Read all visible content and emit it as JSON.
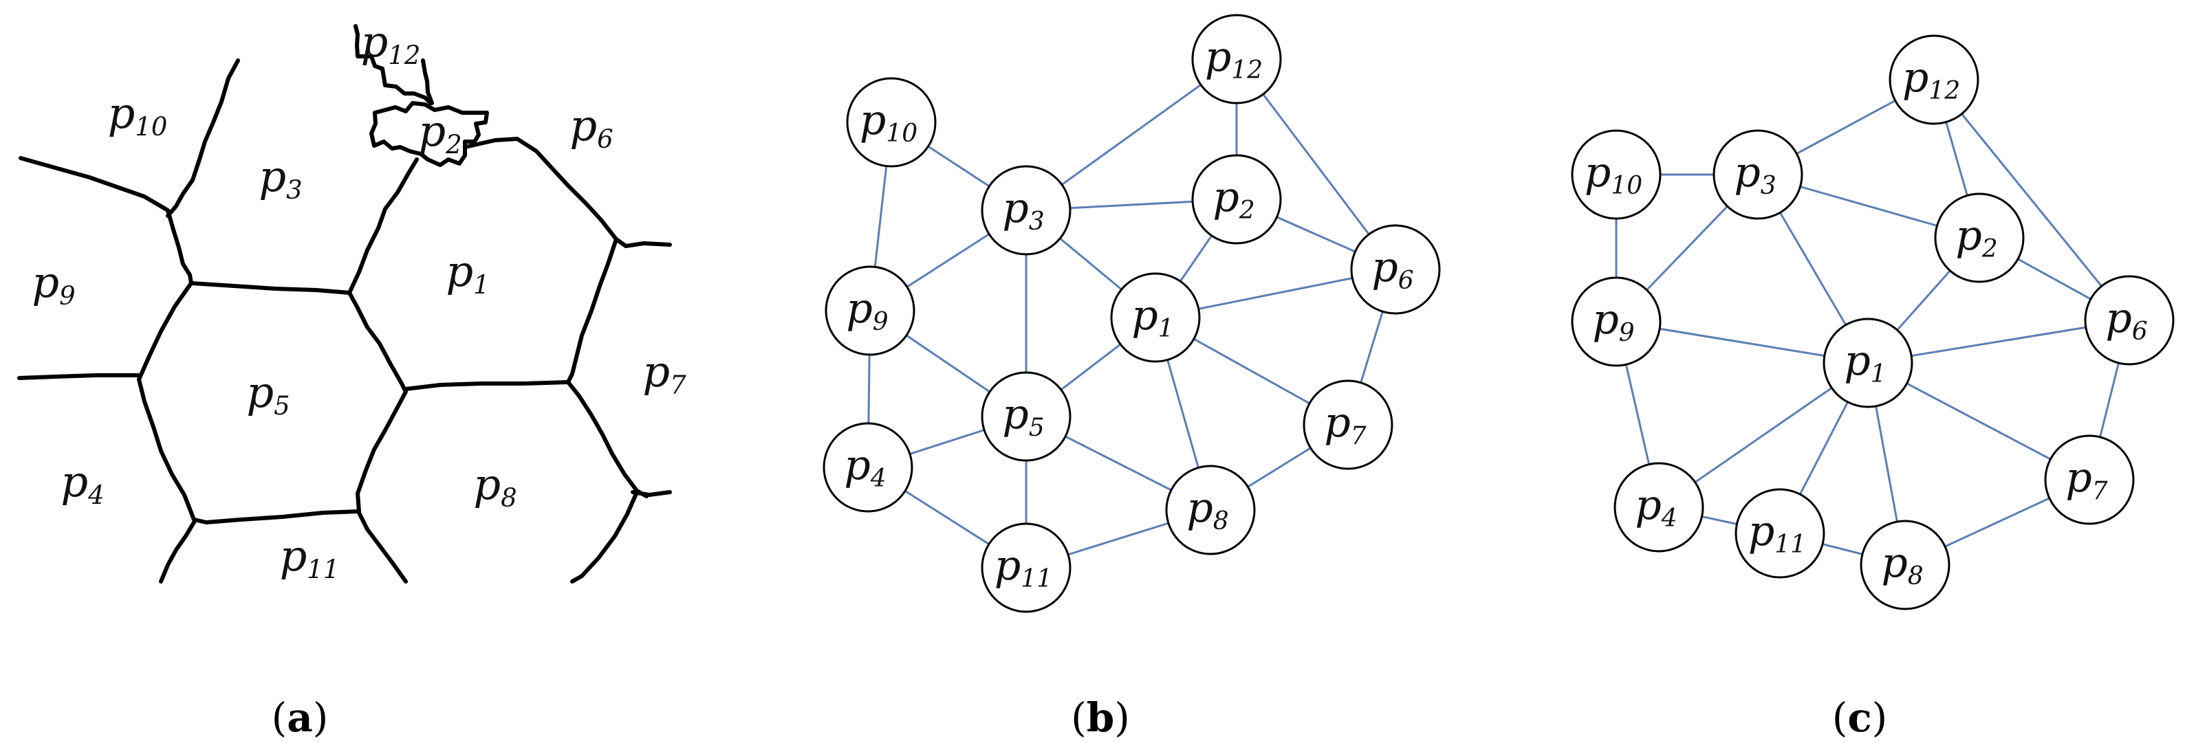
{
  "panels": [
    {
      "id": "a",
      "caption_open": "(",
      "caption_letter": "a",
      "caption_close": ")",
      "regions": [
        {
          "id": "p10",
          "base": "p",
          "sub": "10"
        },
        {
          "id": "p12",
          "base": "p",
          "sub": "12"
        },
        {
          "id": "p2",
          "base": "p",
          "sub": "2"
        },
        {
          "id": "p6",
          "base": "p",
          "sub": "6"
        },
        {
          "id": "p3",
          "base": "p",
          "sub": "3"
        },
        {
          "id": "p9",
          "base": "p",
          "sub": "9"
        },
        {
          "id": "p1",
          "base": "p",
          "sub": "1"
        },
        {
          "id": "p5",
          "base": "p",
          "sub": "5"
        },
        {
          "id": "p7",
          "base": "p",
          "sub": "7"
        },
        {
          "id": "p4",
          "base": "p",
          "sub": "4"
        },
        {
          "id": "p8",
          "base": "p",
          "sub": "8"
        },
        {
          "id": "p11",
          "base": "p",
          "sub": "11"
        }
      ]
    },
    {
      "id": "b",
      "caption_open": "(",
      "caption_letter": "b",
      "caption_close": ")",
      "nodes": [
        {
          "id": "p10",
          "base": "p",
          "sub": "10"
        },
        {
          "id": "p12",
          "base": "p",
          "sub": "12"
        },
        {
          "id": "p3",
          "base": "p",
          "sub": "3"
        },
        {
          "id": "p2",
          "base": "p",
          "sub": "2"
        },
        {
          "id": "p6",
          "base": "p",
          "sub": "6"
        },
        {
          "id": "p9",
          "base": "p",
          "sub": "9"
        },
        {
          "id": "p1",
          "base": "p",
          "sub": "1"
        },
        {
          "id": "p5",
          "base": "p",
          "sub": "5"
        },
        {
          "id": "p7",
          "base": "p",
          "sub": "7"
        },
        {
          "id": "p4",
          "base": "p",
          "sub": "4"
        },
        {
          "id": "p8",
          "base": "p",
          "sub": "8"
        },
        {
          "id": "p11",
          "base": "p",
          "sub": "11"
        }
      ],
      "edges": [
        [
          "p10",
          "p3"
        ],
        [
          "p10",
          "p9"
        ],
        [
          "p12",
          "p3"
        ],
        [
          "p12",
          "p2"
        ],
        [
          "p12",
          "p6"
        ],
        [
          "p3",
          "p2"
        ],
        [
          "p3",
          "p9"
        ],
        [
          "p3",
          "p5"
        ],
        [
          "p3",
          "p1"
        ],
        [
          "p2",
          "p1"
        ],
        [
          "p2",
          "p6"
        ],
        [
          "p1",
          "p6"
        ],
        [
          "p6",
          "p7"
        ],
        [
          "p1",
          "p5"
        ],
        [
          "p1",
          "p7"
        ],
        [
          "p1",
          "p8"
        ],
        [
          "p9",
          "p5"
        ],
        [
          "p9",
          "p4"
        ],
        [
          "p5",
          "p4"
        ],
        [
          "p5",
          "p8"
        ],
        [
          "p5",
          "p11"
        ],
        [
          "p4",
          "p11"
        ],
        [
          "p11",
          "p8"
        ],
        [
          "p8",
          "p7"
        ]
      ]
    },
    {
      "id": "c",
      "caption_open": "(",
      "caption_letter": "c",
      "caption_close": ")",
      "nodes": [
        {
          "id": "p12",
          "base": "p",
          "sub": "12"
        },
        {
          "id": "p10",
          "base": "p",
          "sub": "10"
        },
        {
          "id": "p3",
          "base": "p",
          "sub": "3"
        },
        {
          "id": "p2",
          "base": "p",
          "sub": "2"
        },
        {
          "id": "p9",
          "base": "p",
          "sub": "9"
        },
        {
          "id": "p6",
          "base": "p",
          "sub": "6"
        },
        {
          "id": "p1",
          "base": "p",
          "sub": "1"
        },
        {
          "id": "p4",
          "base": "p",
          "sub": "4"
        },
        {
          "id": "p7",
          "base": "p",
          "sub": "7"
        },
        {
          "id": "p11",
          "base": "p",
          "sub": "11"
        },
        {
          "id": "p8",
          "base": "p",
          "sub": "8"
        }
      ],
      "edges": [
        [
          "p10",
          "p3"
        ],
        [
          "p10",
          "p9"
        ],
        [
          "p3",
          "p12"
        ],
        [
          "p3",
          "p2"
        ],
        [
          "p3",
          "p9"
        ],
        [
          "p3",
          "p1"
        ],
        [
          "p12",
          "p2"
        ],
        [
          "p12",
          "p6"
        ],
        [
          "p2",
          "p1"
        ],
        [
          "p2",
          "p6"
        ],
        [
          "p9",
          "p1"
        ],
        [
          "p9",
          "p4"
        ],
        [
          "p1",
          "p6"
        ],
        [
          "p1",
          "p4"
        ],
        [
          "p1",
          "p11"
        ],
        [
          "p1",
          "p8"
        ],
        [
          "p1",
          "p7"
        ],
        [
          "p6",
          "p7"
        ],
        [
          "p4",
          "p11"
        ],
        [
          "p11",
          "p8"
        ],
        [
          "p8",
          "p7"
        ]
      ]
    }
  ],
  "colors": {
    "edge": "#5b7fb5",
    "border": "#000000",
    "node_stroke": "#000000",
    "node_fill": "#ffffff"
  }
}
